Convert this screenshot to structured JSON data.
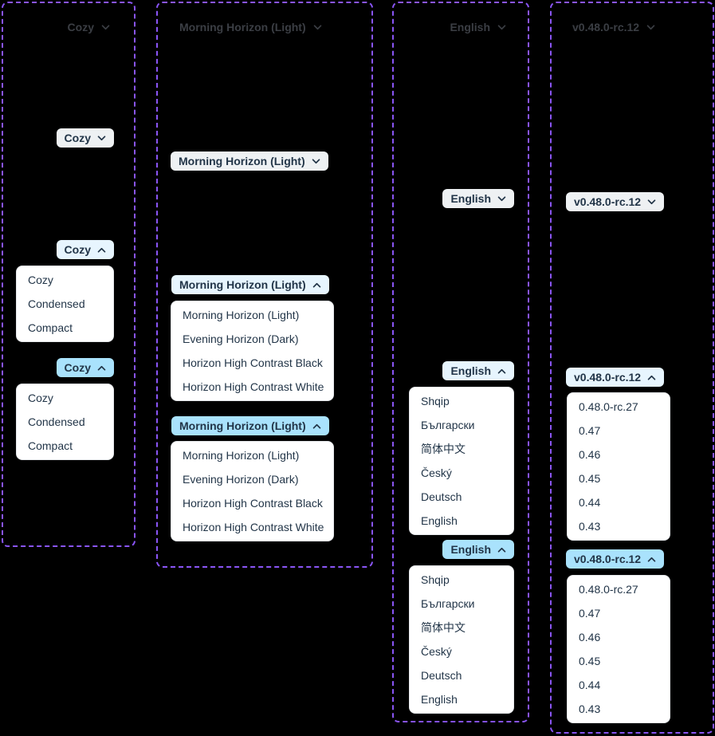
{
  "colors": {
    "page_bg": "#000000",
    "panel_outline": "#8a55f6",
    "button_bg": "#eef1f3",
    "button_open_bg": "#e7f5fe",
    "button_active_bg": "#a9e2fc",
    "menu_bg": "#ffffff",
    "button_text": "#223548",
    "ghost_text": "#3b3e44"
  },
  "groups": [
    {
      "id": "density",
      "value": "Cozy",
      "options": [
        "Cozy",
        "Condensed",
        "Compact"
      ]
    },
    {
      "id": "theme",
      "value": "Morning Horizon (Light)",
      "options": [
        "Morning Horizon (Light)",
        "Evening Horizon (Dark)",
        "Horizon High Contrast Black",
        "Horizon High Contrast White"
      ]
    },
    {
      "id": "language",
      "value": "English",
      "options": [
        "Shqip",
        "Български",
        "简体中文",
        "Český",
        "Deutsch",
        "English"
      ]
    },
    {
      "id": "version",
      "value": "v0.48.0-rc.12",
      "options": [
        "0.48.0-rc.27",
        "0.47",
        "0.46",
        "0.45",
        "0.44",
        "0.43"
      ]
    }
  ]
}
